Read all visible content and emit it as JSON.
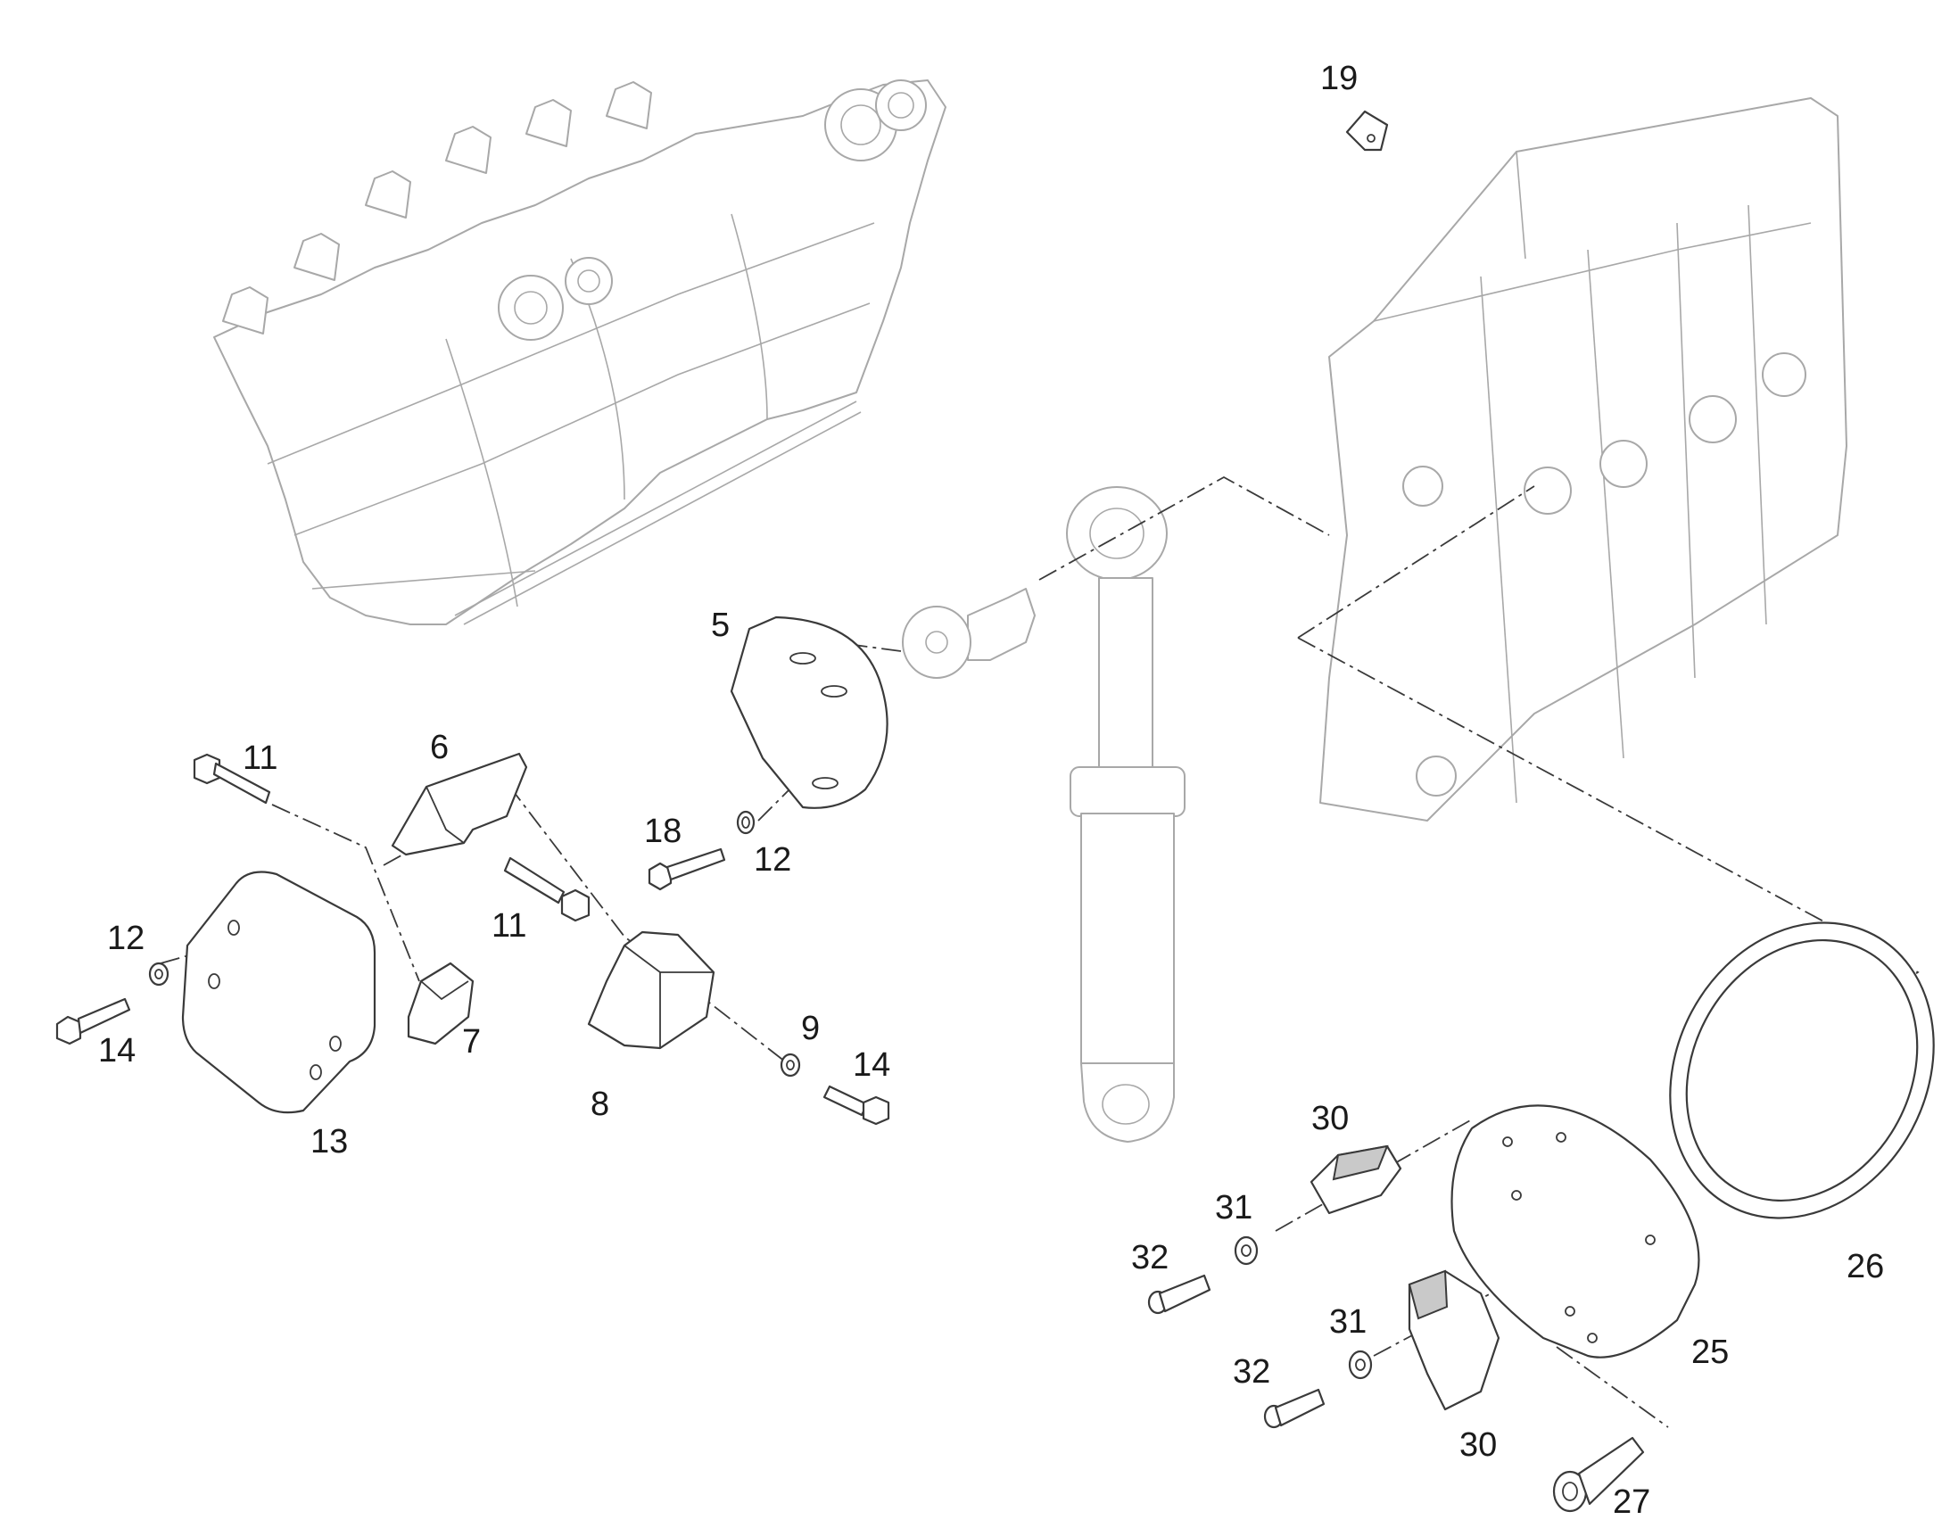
{
  "callouts": {
    "c19": "19",
    "c5": "5",
    "c11a": "11",
    "c6": "6",
    "c18": "18",
    "c12a": "12",
    "c11b": "11",
    "c12b": "12",
    "c14a": "14",
    "c7": "7",
    "c13": "13",
    "c8": "8",
    "c9": "9",
    "c14b": "14",
    "c30a": "30",
    "c31a": "31",
    "c32a": "32",
    "c26": "26",
    "c25": "25",
    "c31b": "31",
    "c32b": "32",
    "c30b": "30",
    "c27": "27"
  },
  "colors": {
    "background_parts": "#a8a8a8",
    "foreground_parts": "#3a3a3a",
    "label_text": "#1a1a1a"
  }
}
